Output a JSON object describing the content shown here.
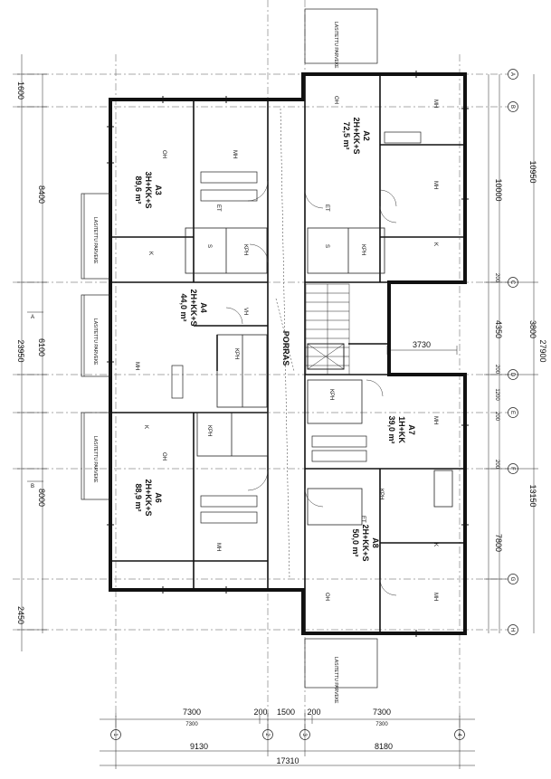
{
  "apartments": [
    {
      "code": "A2",
      "type": "2H+KK+S",
      "area": "72,5 m²"
    },
    {
      "code": "A3",
      "type": "3H+KK+S",
      "area": "89,6 m²"
    },
    {
      "code": "A4",
      "type": "2H+KK+S",
      "area": "44,0 m²"
    },
    {
      "code": "A6",
      "type": "2H+KK+S",
      "area": "88,9 m²"
    },
    {
      "code": "A7",
      "type": "1H+KK",
      "area": "39,0 m²"
    },
    {
      "code": "A8",
      "type": "2H+KK+S",
      "area": "50,0 m²"
    }
  ],
  "stair_label": "PORRAS",
  "balcony_label": "LASITETTU PARVEKE",
  "room_labels": {
    "mh": "MH",
    "oh": "OH",
    "k": "K",
    "kph": "KPH",
    "s": "S",
    "et": "ET",
    "vh": "VH"
  },
  "grid_rows": [
    "A",
    "B",
    "C",
    "D",
    "E",
    "F",
    "G",
    "H"
  ],
  "grid_cols": [
    "1",
    "2",
    "3",
    "4"
  ],
  "section_marks": [
    "A",
    "B"
  ],
  "dims_left": {
    "d1": "1600",
    "d2": "8400",
    "d3": "6100",
    "d4": "23950",
    "d5": "8000",
    "d6": "2450"
  },
  "dims_right": {
    "r1": "10950",
    "r2": "10000",
    "r3": "4350",
    "r4": "3800",
    "r5": "27900",
    "r6": "13150",
    "r7": "7800",
    "r8": "1200",
    "r9": "200",
    "r10": "200",
    "r11": "200",
    "r12": "200"
  },
  "dims_bottom": {
    "b1": "7300",
    "b2": "200",
    "b3": "1500",
    "b4": "200",
    "b5": "7300",
    "b6": "9130",
    "b7": "8180",
    "b8": "17310",
    "b9": "7300",
    "b10": "7300"
  },
  "dim_inner": "3730",
  "colors": {
    "wall": "#111111",
    "line": "#222222",
    "grid": "#555555"
  }
}
